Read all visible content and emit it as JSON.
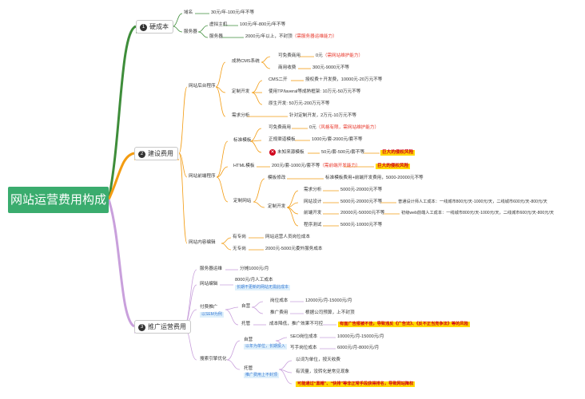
{
  "root": "网站运营费用构成",
  "b1": {
    "title": "硬成本",
    "num": "1",
    "domain": "域名",
    "domain_cost": "30元/年-100元/年不等",
    "server": "服务器",
    "vhost": "虚拟主机",
    "vhost_cost": "100元/年-800元/年不等",
    "srv": "服务器",
    "srv_cost": "2000元/年以上，不封顶",
    "srv_note": "（需服务器运维能力）"
  },
  "b2": {
    "title": "建设费用",
    "num": "2",
    "backend": "网站后台程序",
    "cms": "成熟CMS系统",
    "free_cms": "可免费商用",
    "free_cms_price": "0元",
    "free_cms_note": "（需网站维护能力）",
    "paid_cms": "商用收费",
    "paid_cms_price": "300元-9000元不等",
    "custom": "定制开发",
    "cms2": "CMS二开",
    "cms2_cost": "授权费＋开发费，10000元-20万元不等",
    "tp": "使用TP/laveral等成熟框架: 10万元-50万元不等",
    "native": "原生开发: 50万元-200万元不等",
    "needs": "需求分析",
    "needs_cost": "针对定制开发，2万元-10万元不等",
    "frontend": "网站前端程序",
    "tpl": "标准模板",
    "tpl_free": "可免费商用",
    "tpl_free_price": "0元",
    "tpl_free_note": "（风格有限，需网站维护能力）",
    "tpl_legit": "正规渠道模板",
    "tpl_legit_cost": "1000元/套-2000元/套不等",
    "tpl_unknown": "未知来源模板",
    "tpl_unknown_cost": "50元/套-500元/套不等",
    "tpl_unknown_risk": "巨大的侵权风险",
    "html": "HTML模板",
    "html_cost": "200元/套-1000元/套不等",
    "html_note": "（需前端开发能力）",
    "html_risk": "巨大的侵权风险",
    "custom_site": "定制网站",
    "tpl_modify": "模板修改",
    "tpl_modify_cost": "标准模板费用+前端开发费用，5000-20000元不等",
    "cust_dev": "定制开发",
    "req": "需求分析",
    "req_cost": "5000元-20000元不等",
    "design": "网站设计",
    "design_cost": "5000元-20000元不等",
    "design_detail": "普通设计师人工成本：一线城市800元/天-1000元/天，二线城市600元/天-800元/天",
    "fe_dev": "前端开发",
    "fe_dev_cost": "20000元-50000元不等",
    "fe_dev_detail": "初级web前端人工成本：一线城市800元/天-1000元/天，二线城市600元/天-800元/天",
    "test": "程序测试",
    "test_cost": "5000元-10000元不等",
    "content": "网站内容编辑",
    "has_staff": "有专岗",
    "has_staff_cost": "网站运营人员岗位成本",
    "no_staff": "无专岗",
    "no_staff_cost": "2000元-5000元委外服务成本"
  },
  "b3": {
    "title": "推广运营费用",
    "num": "3",
    "ops": "服务器运维",
    "ops_cost": "分摊1000元/月",
    "edit": "网站编辑",
    "edit_cost": "8000元/月人工成本",
    "edit_tag": "长期不更新的网站无需此成本",
    "paid": "付费推广",
    "paid_tag": "以SEM为例",
    "self_run": "自营",
    "pos_cost": "岗位成本",
    "pos_cost_val": "12000元/月-15000元/月",
    "promo_cost": "推广费用",
    "promo_cost_val": "根据公司预算，上不封顶",
    "hosted": "托管",
    "hosted_cost": "成本降低，推广效果不可控",
    "hosted_risk": "有面广告报被不佳，导致违反《广告法》、《反不正当竞争法》等的风险",
    "seo": "搜索引擎优化",
    "seo_self": "自营",
    "seo_self_tag": "以年为单位，长期投入",
    "seo_pos": "SEO岗位成本",
    "seo_pos_cost": "10000元/月-15000元/月",
    "writer": "写手岗位成本",
    "writer_cost": "6000元/月-8000元/月",
    "seo_hosted": "托管",
    "seo_hosted_tag": "推广费用上不封顶",
    "seo_h1": "以词为单位，按天收费",
    "seo_h2": "有流量，没转化是常见现象",
    "seo_h3": "可能通过“黑帽”、“快排”等非正常手段获得排名，导致网站降权"
  },
  "colors": {
    "root": "#3aac6e",
    "branch1": "#3e8d3a",
    "branch2": "#f39c12",
    "branch3": "#c9a0dc",
    "warn_bg": "#ffd800",
    "warn_text": "#d0021b"
  }
}
